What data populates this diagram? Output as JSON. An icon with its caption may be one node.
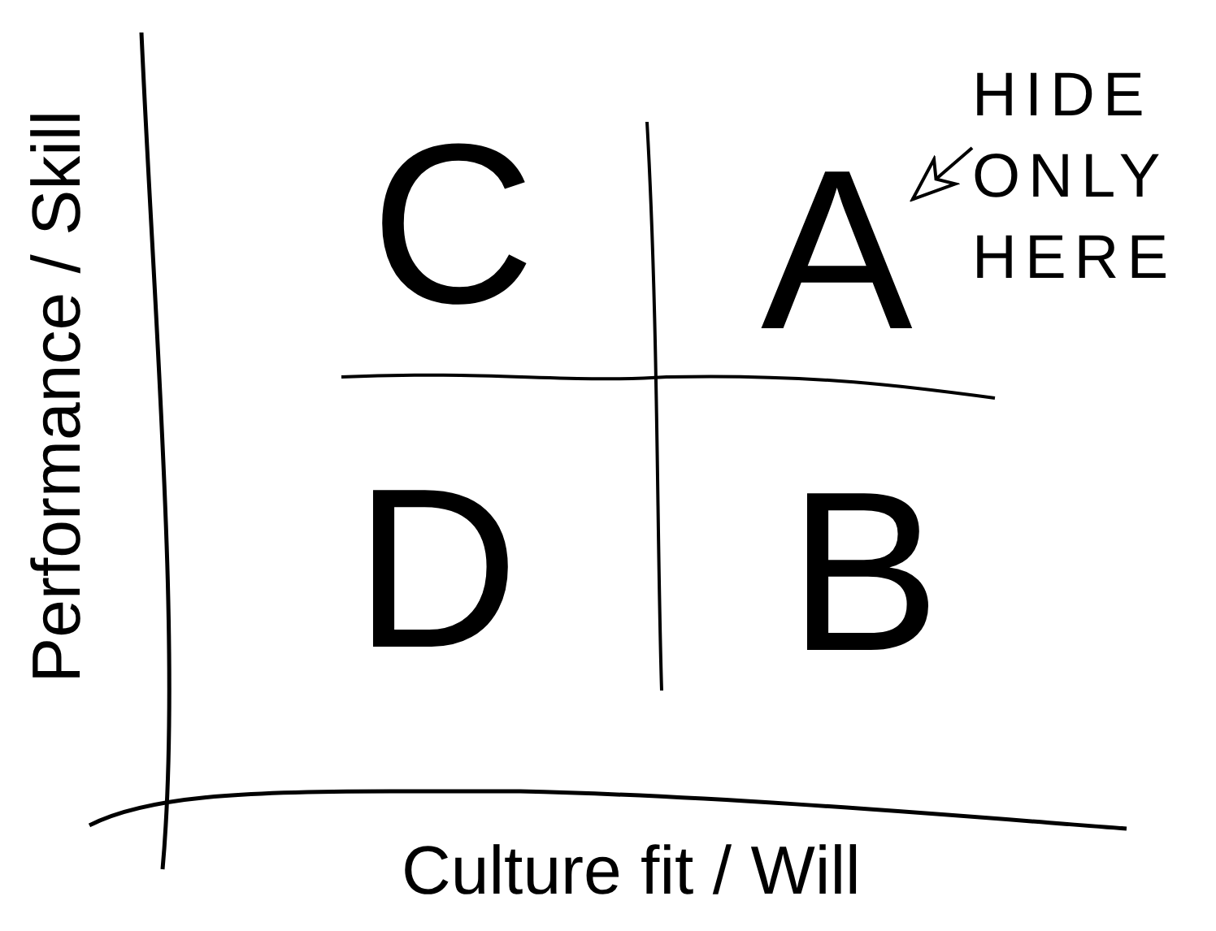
{
  "diagram": {
    "nodes": [
      {
        "text": [
          "C"
        ]
      },
      {
        "text": [
          "A"
        ]
      },
      {
        "text": [
          "HIDE ONLY HERE"
        ]
      },
      {
        "text": [
          "D"
        ]
      },
      {
        "text": [
          "B"
        ]
      }
    ],
    "edges": [
      {
        "from": 2,
        "to": 1,
        "arrow": "to"
      }
    ],
    "labels": [
      "Performance / Skill",
      "Culture fit / Will"
    ]
  }
}
